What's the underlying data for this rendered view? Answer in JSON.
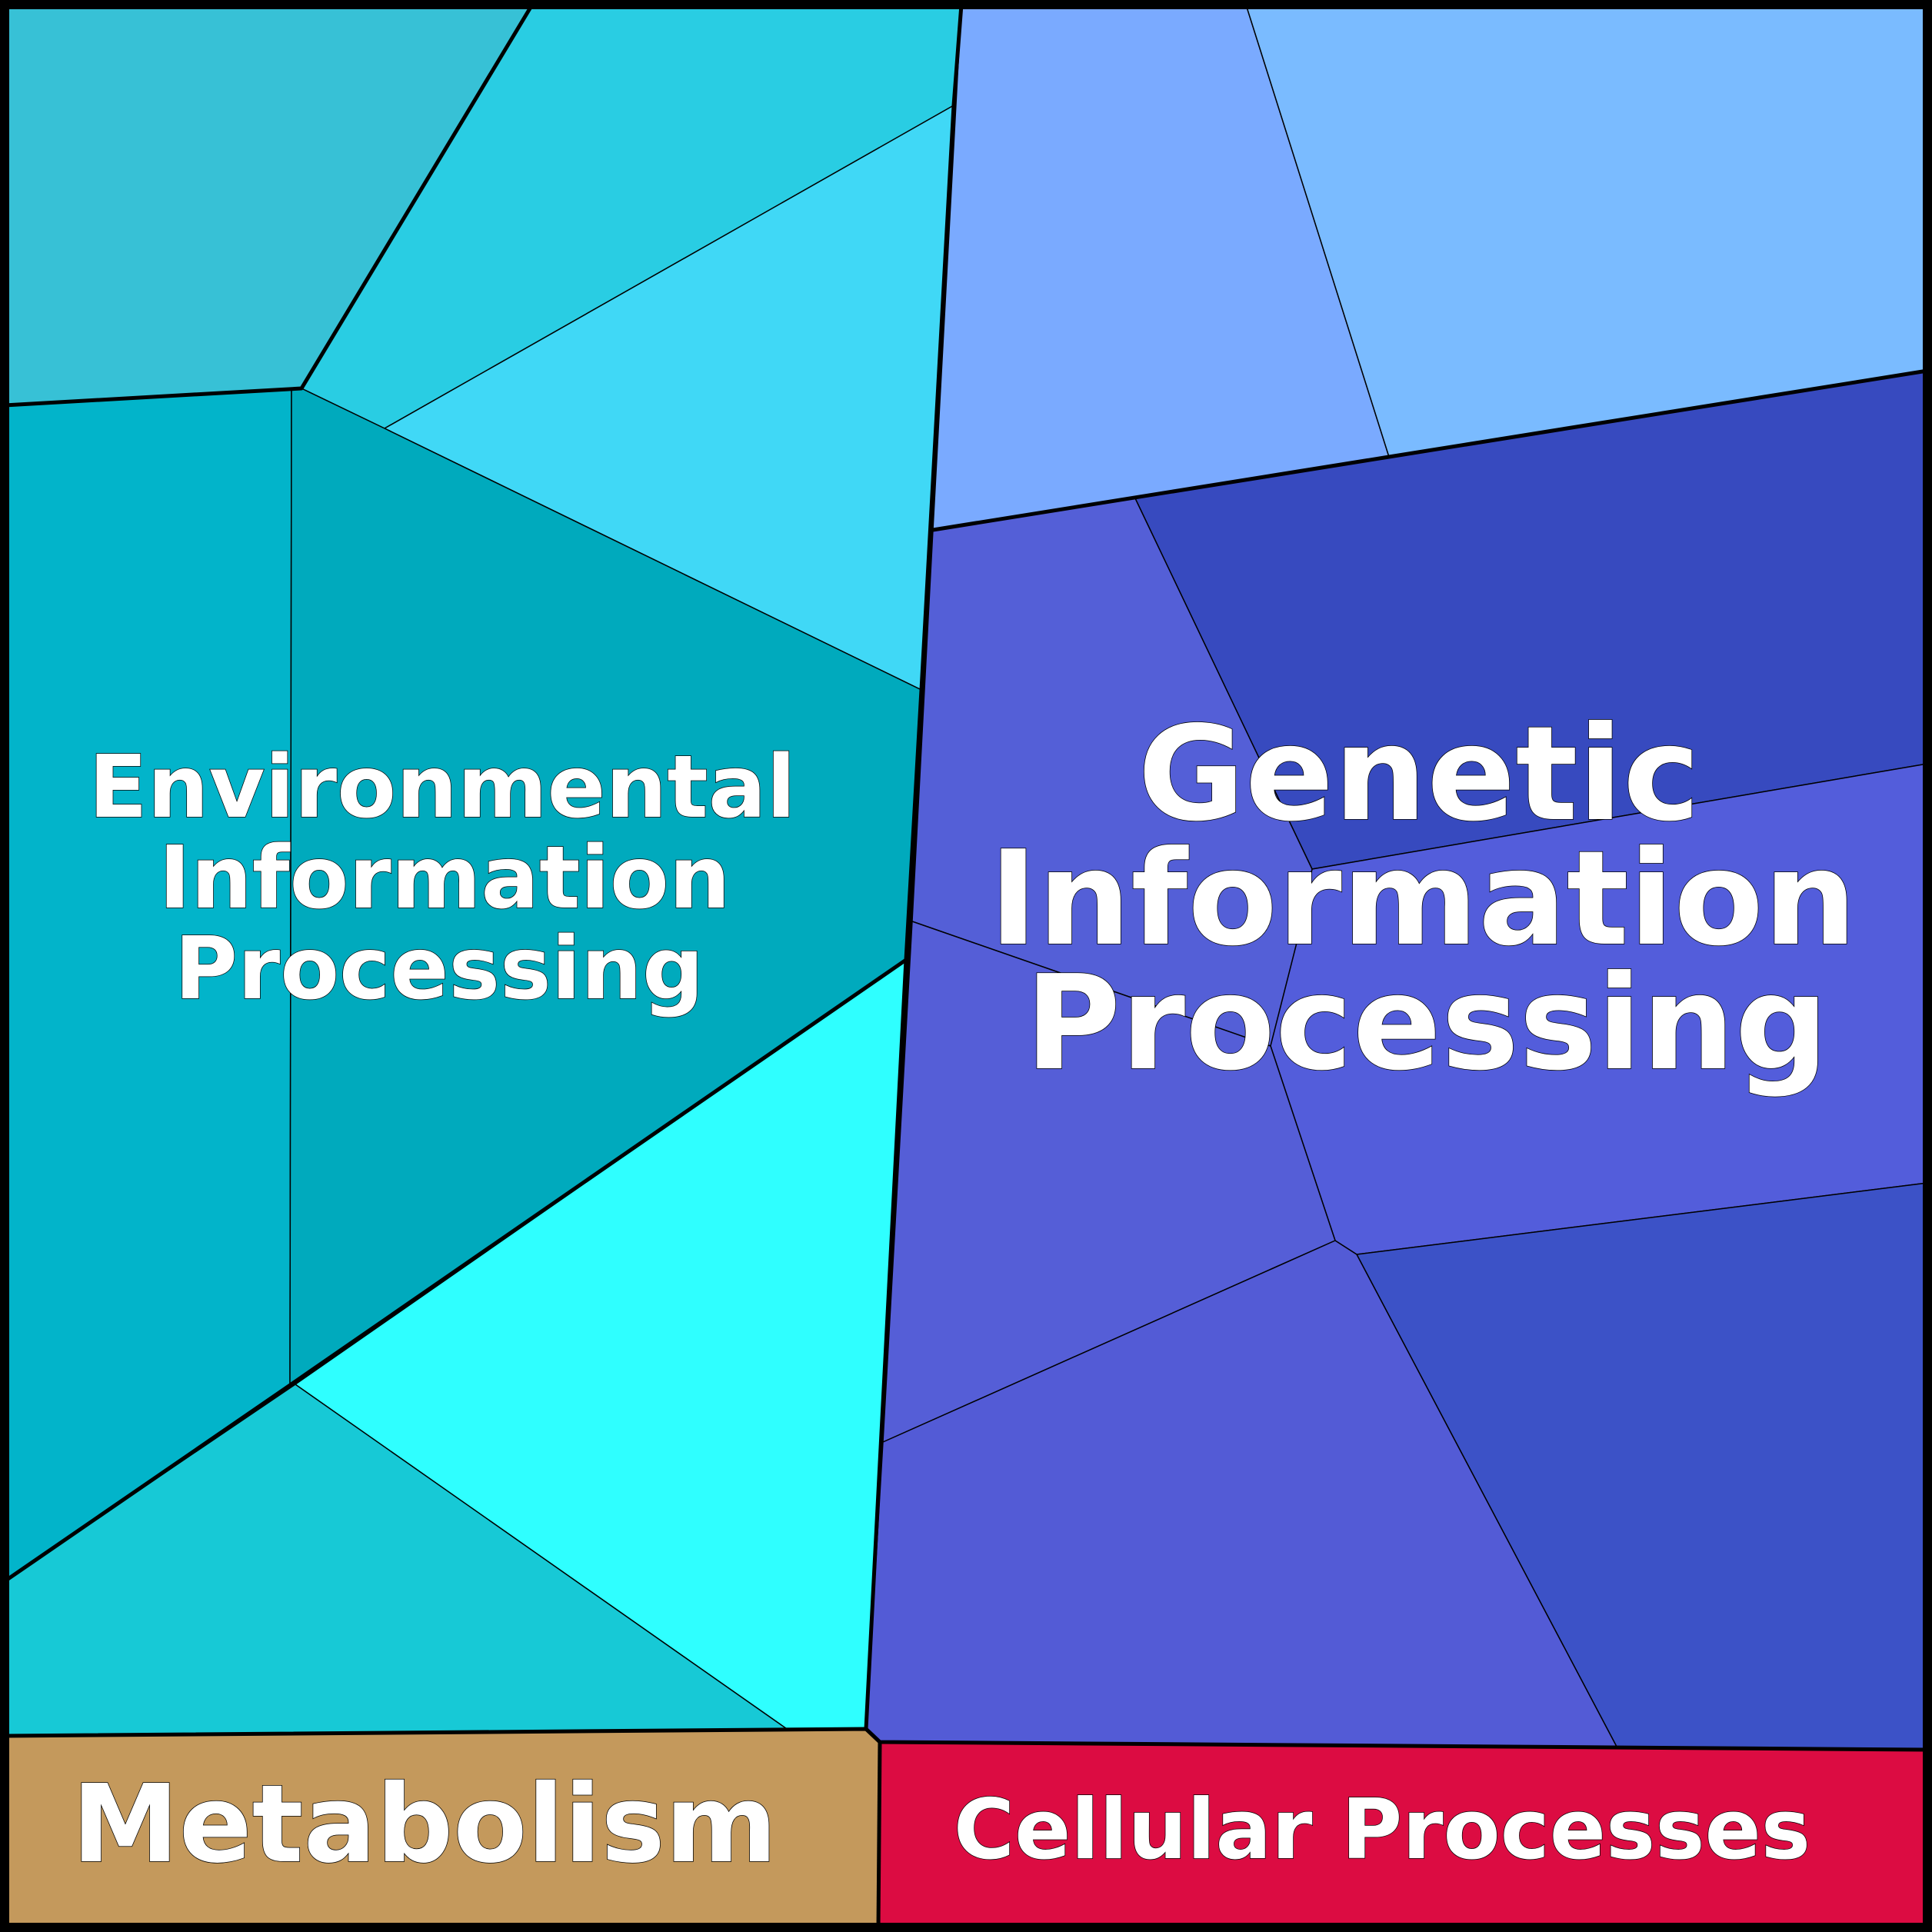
{
  "labels": {
    "environmental": [
      "Environmental",
      "Information",
      "Processing"
    ],
    "genetic": [
      "Genetic",
      "Information",
      "Processing"
    ],
    "metabolism": "Metabolism",
    "cellular": "Cellular Processes"
  },
  "colors": {
    "env_1": "#37c1d6",
    "env_2": "#29cde3",
    "env_3": "#40d8f6",
    "env_4": "#02b4ca",
    "env_5": "#00aabd",
    "env_6": "#2fffff",
    "env_7": "#17c9d6",
    "gen_1": "#7aaaff",
    "gen_2": "#7abbff",
    "gen_3": "#374abf",
    "gen_4": "#545fd7",
    "gen_5": "#535ddb",
    "gen_6": "#555ed7",
    "gen_7": "#3c52c7",
    "gen_8": "#535bd6",
    "metabolism": "#c4995c",
    "cellular": "#dc0c42"
  }
}
